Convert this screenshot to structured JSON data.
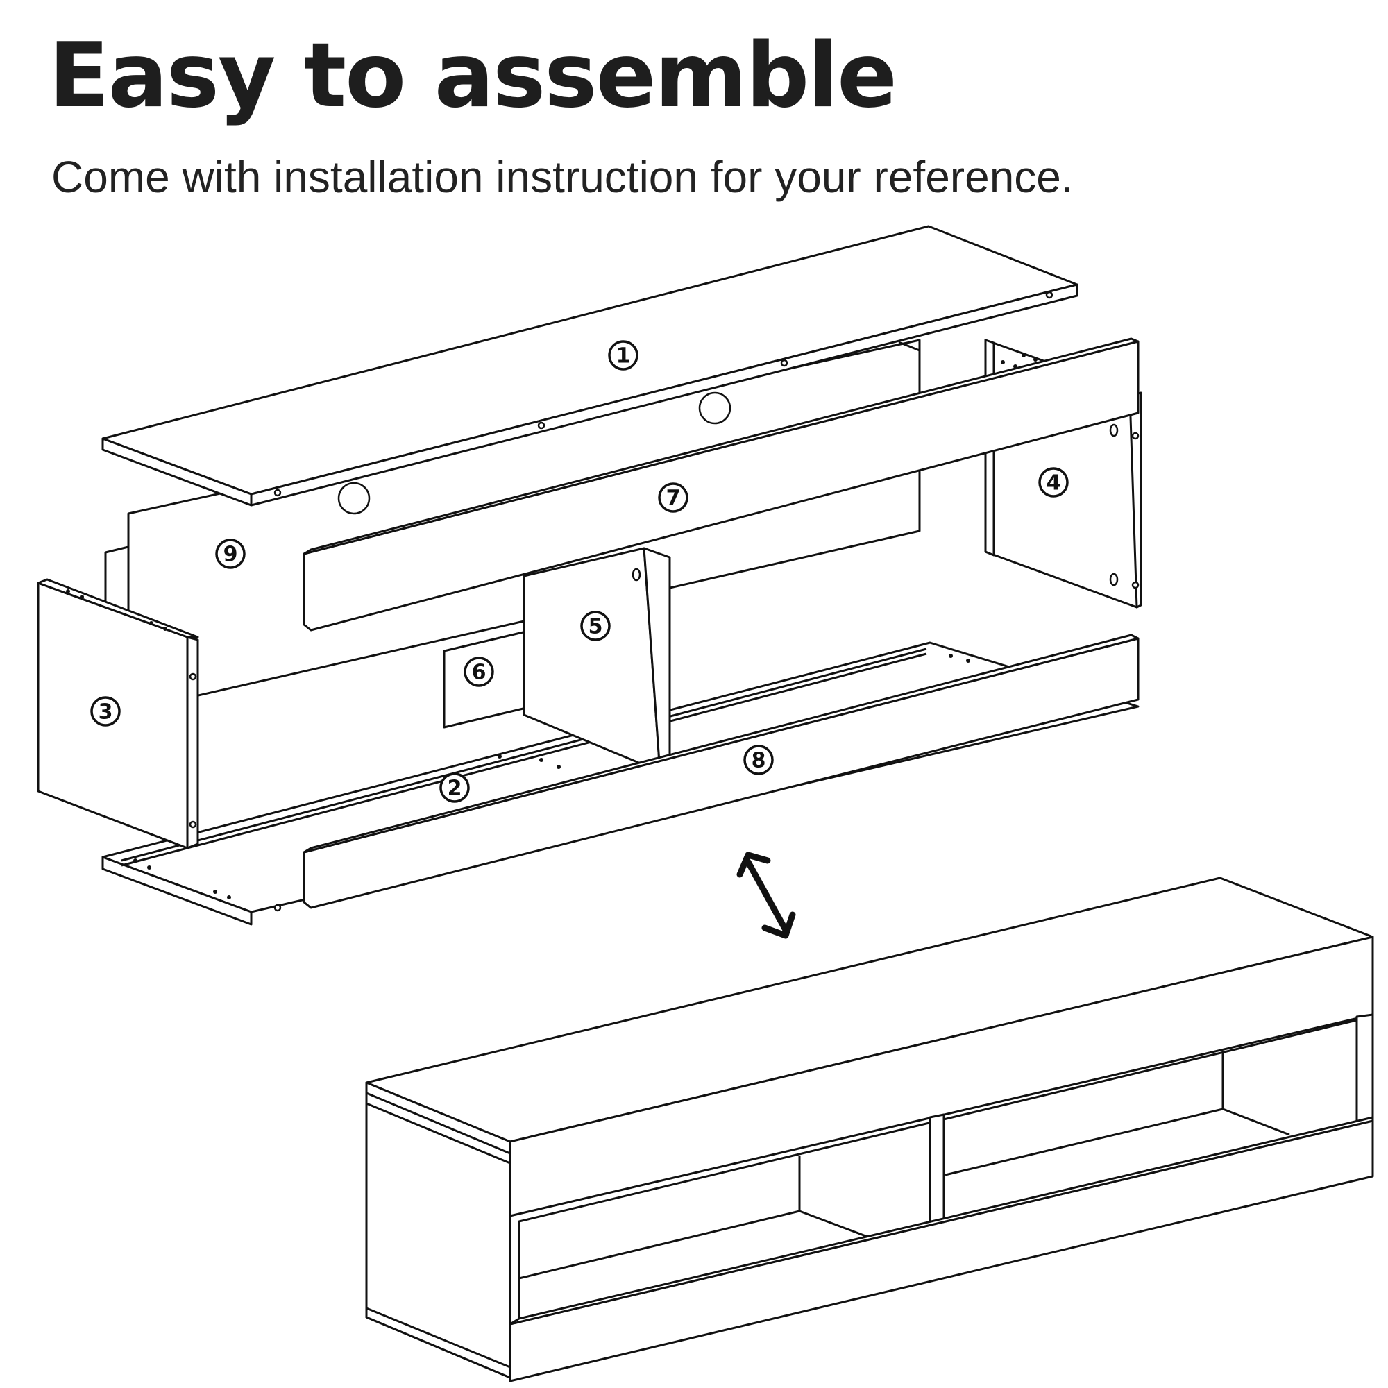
{
  "headline": "Easy to assemble",
  "subheadline": "Come with installation instruction for your reference.",
  "diagram": {
    "part_labels": [
      "1",
      "2",
      "3",
      "4",
      "5",
      "6",
      "7",
      "8",
      "9"
    ],
    "arrow_icon": "double-headed-diagonal-arrow"
  }
}
